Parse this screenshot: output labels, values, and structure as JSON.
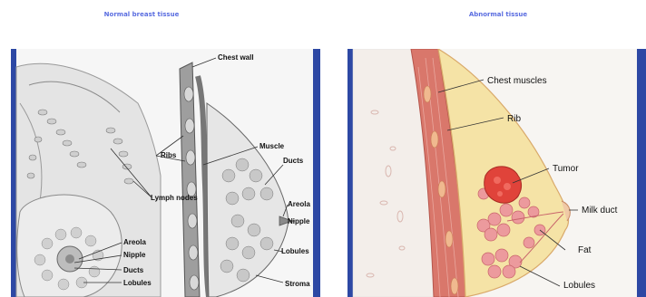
{
  "captions": {
    "normal": "Normal breast tissue",
    "abnormal": "Abnormal tissue"
  },
  "normal_labels": {
    "chest_wall": "Chest wall",
    "ribs": "Ribs",
    "muscle": "Muscle",
    "lymph_nodes": "Lymph nodes",
    "ducts_right": "Ducts",
    "areola_right": "Areola",
    "nipple_right": "Nipple",
    "lobules_right": "Lobules",
    "stroma": "Stroma",
    "areola_left": "Areola",
    "nipple_left": "Nipple",
    "ducts_left": "Ducts",
    "lobules_left": "Lobules"
  },
  "abnormal_labels": {
    "chest_muscles": "Chest muscles",
    "rib": "Rib",
    "tumor": "Tumor",
    "milk_duct": "Milk duct",
    "fat": "Fat",
    "lobules": "Lobules"
  },
  "colors": {
    "frame_blue": "#2d48a4",
    "caption": "#5a6de0",
    "muscle_red": "#d9776b",
    "fat_yellow": "#f5e3a6",
    "tumor_red": "#e0433a",
    "lobule_pink": "#ec9a9d"
  }
}
